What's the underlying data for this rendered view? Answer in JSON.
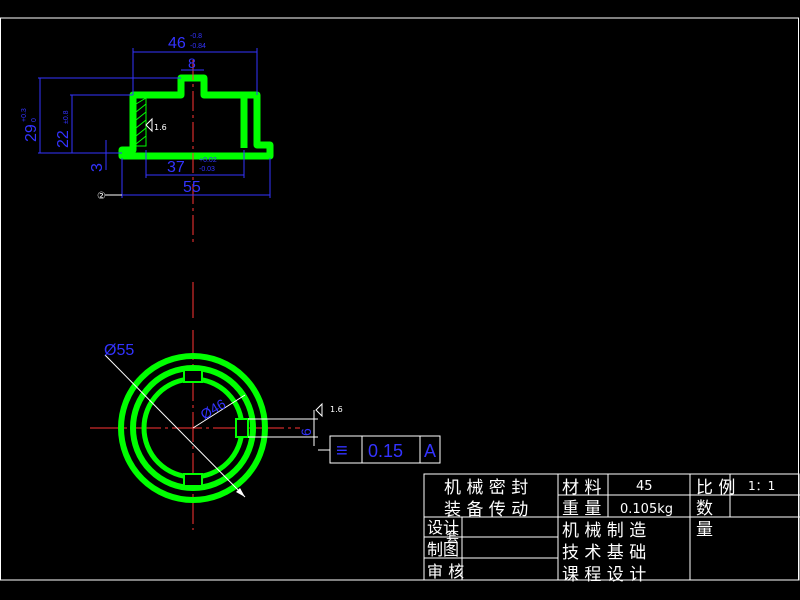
{
  "dimensions": {
    "top_width": "46",
    "top_width_tol_upper": "-0.8",
    "top_width_tol_lower": "-0.84",
    "slot_width": "8",
    "height_total": "29",
    "height_total_tol": "+0.3",
    "height_total_tol2": "0",
    "height_inner": "22",
    "height_inner_tol": "±0.8",
    "flange_thickness": "3",
    "inner_bore": "37",
    "inner_bore_tol_upper": "+0.02",
    "inner_bore_tol_lower": "-0.03",
    "outer_diameter": "55",
    "roughness_inner": "1.6",
    "datum_marker": "②",
    "dia55": "Ø55",
    "dia46": "Ø46",
    "slot_depth": "6",
    "roughness_right": "1.6"
  },
  "tolerance_frame": {
    "symbol": "≡",
    "value": "0.15",
    "datum": "A"
  },
  "title_block": {
    "part_name_line1": "机 械 密 封",
    "part_name_line2": "装 备 传 动",
    "material_label": "材 料",
    "material_value": "45",
    "weight_label": "重 量",
    "weight_value": "0.105kg",
    "scale_label": "比 例",
    "scale_value": "1：1",
    "quantity_label": "数",
    "quantity_label2": "量",
    "designer_label": "设计",
    "designer_suffix": "套",
    "drafter_label": "制图",
    "reviewer_label": "审 核",
    "course_line1": "机 械 制 造",
    "course_line2": "技 术 基 础",
    "course_line3": "课 程 设 计"
  },
  "colors": {
    "part": "#00ff00",
    "dimension": "#3333ff",
    "centerline": "#ff3333",
    "frame": "#ffffff",
    "background": "#000000"
  }
}
